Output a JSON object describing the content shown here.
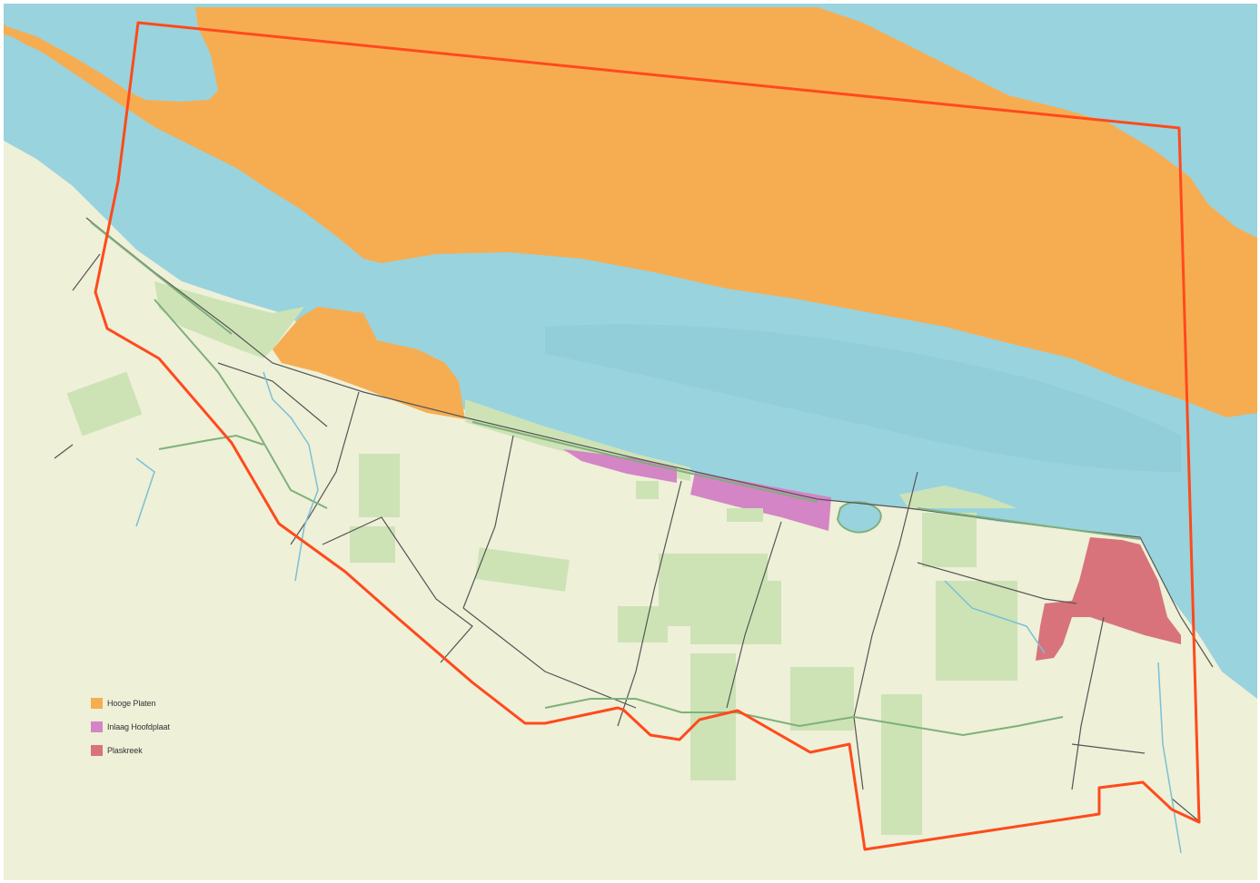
{
  "map": {
    "colors": {
      "water": "#99d3de",
      "water_deep": "#8fcbd8",
      "land": "#eef0d8",
      "green": "#cde3b6",
      "green_dark": "#7fb07a",
      "road": "#555555",
      "stream": "#79c1d6",
      "hooge_platen": "#f6ad51",
      "inlaag_hooftplaat": "#d485c6",
      "plaskreek": "#d8737b",
      "boundary": "#ff4a1c"
    }
  },
  "legend": {
    "items": [
      {
        "id": "hooge-platen",
        "label": "Hooge Platen",
        "color": "#f6ad51"
      },
      {
        "id": "inlaag-hoofdplaat",
        "label": "Inlaag Hoofdplaat",
        "color": "#d485c6"
      },
      {
        "id": "plaskreek",
        "label": "Plaskreek",
        "color": "#d8737b"
      }
    ]
  }
}
